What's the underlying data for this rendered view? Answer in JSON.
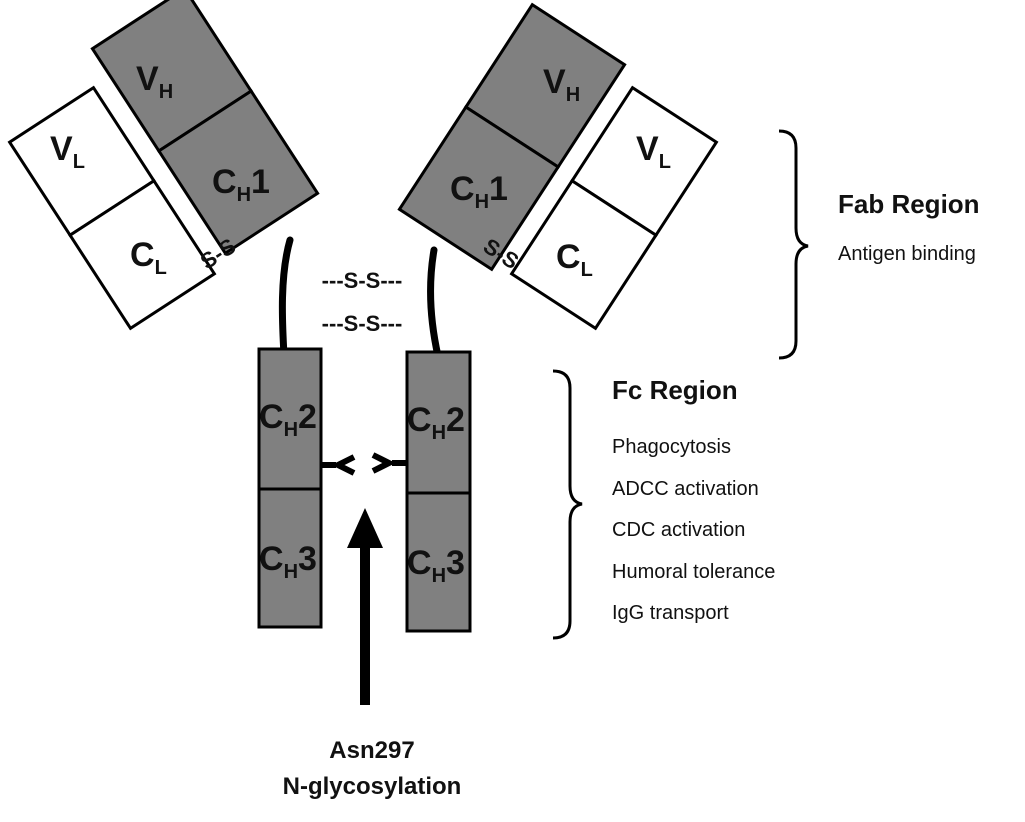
{
  "domains": {
    "heavy_variable": {
      "main": "V",
      "sub": "H"
    },
    "heavy_const1": {
      "main": "C",
      "sub": "H",
      "suffix": "1"
    },
    "heavy_const2": {
      "main": "C",
      "sub": "H",
      "suffix": "2"
    },
    "heavy_const3": {
      "main": "C",
      "sub": "H",
      "suffix": "3"
    },
    "light_variable": {
      "main": "V",
      "sub": "L"
    },
    "light_const": {
      "main": "C",
      "sub": "L"
    }
  },
  "bonds": {
    "light_heavy": "S-S",
    "hinge": "---S-S---"
  },
  "fab": {
    "title": "Fab Region",
    "functions": [
      "Antigen binding"
    ]
  },
  "fc": {
    "title": "Fc Region",
    "functions": [
      "Phagocytosis",
      "ADCC activation",
      "CDC activation",
      "Humoral tolerance",
      "IgG transport"
    ]
  },
  "glycosylation": {
    "line1": "Asn297",
    "line2": "N-glycosylation"
  },
  "colors": {
    "heavy_chain": "#808080",
    "light_chain": "#ffffff",
    "outline": "#000000"
  }
}
